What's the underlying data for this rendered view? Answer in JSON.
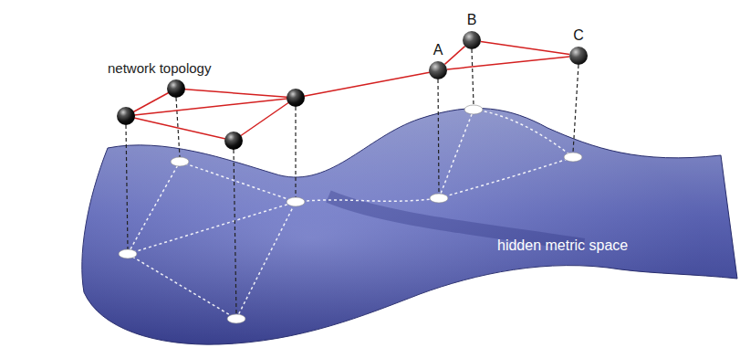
{
  "diagram": {
    "nodes": [
      {
        "text": [
          "A"
        ]
      },
      {
        "text": [
          "B"
        ]
      },
      {
        "text": [
          "C"
        ]
      }
    ],
    "edges": [
      {
        "from": 0,
        "to": 1,
        "arrow": "none"
      },
      {
        "from": 1,
        "to": 2,
        "arrow": "none"
      },
      {
        "from": 0,
        "to": 2,
        "arrow": "none"
      }
    ],
    "labels": [
      "network topology",
      "hidden metric space"
    ]
  }
}
